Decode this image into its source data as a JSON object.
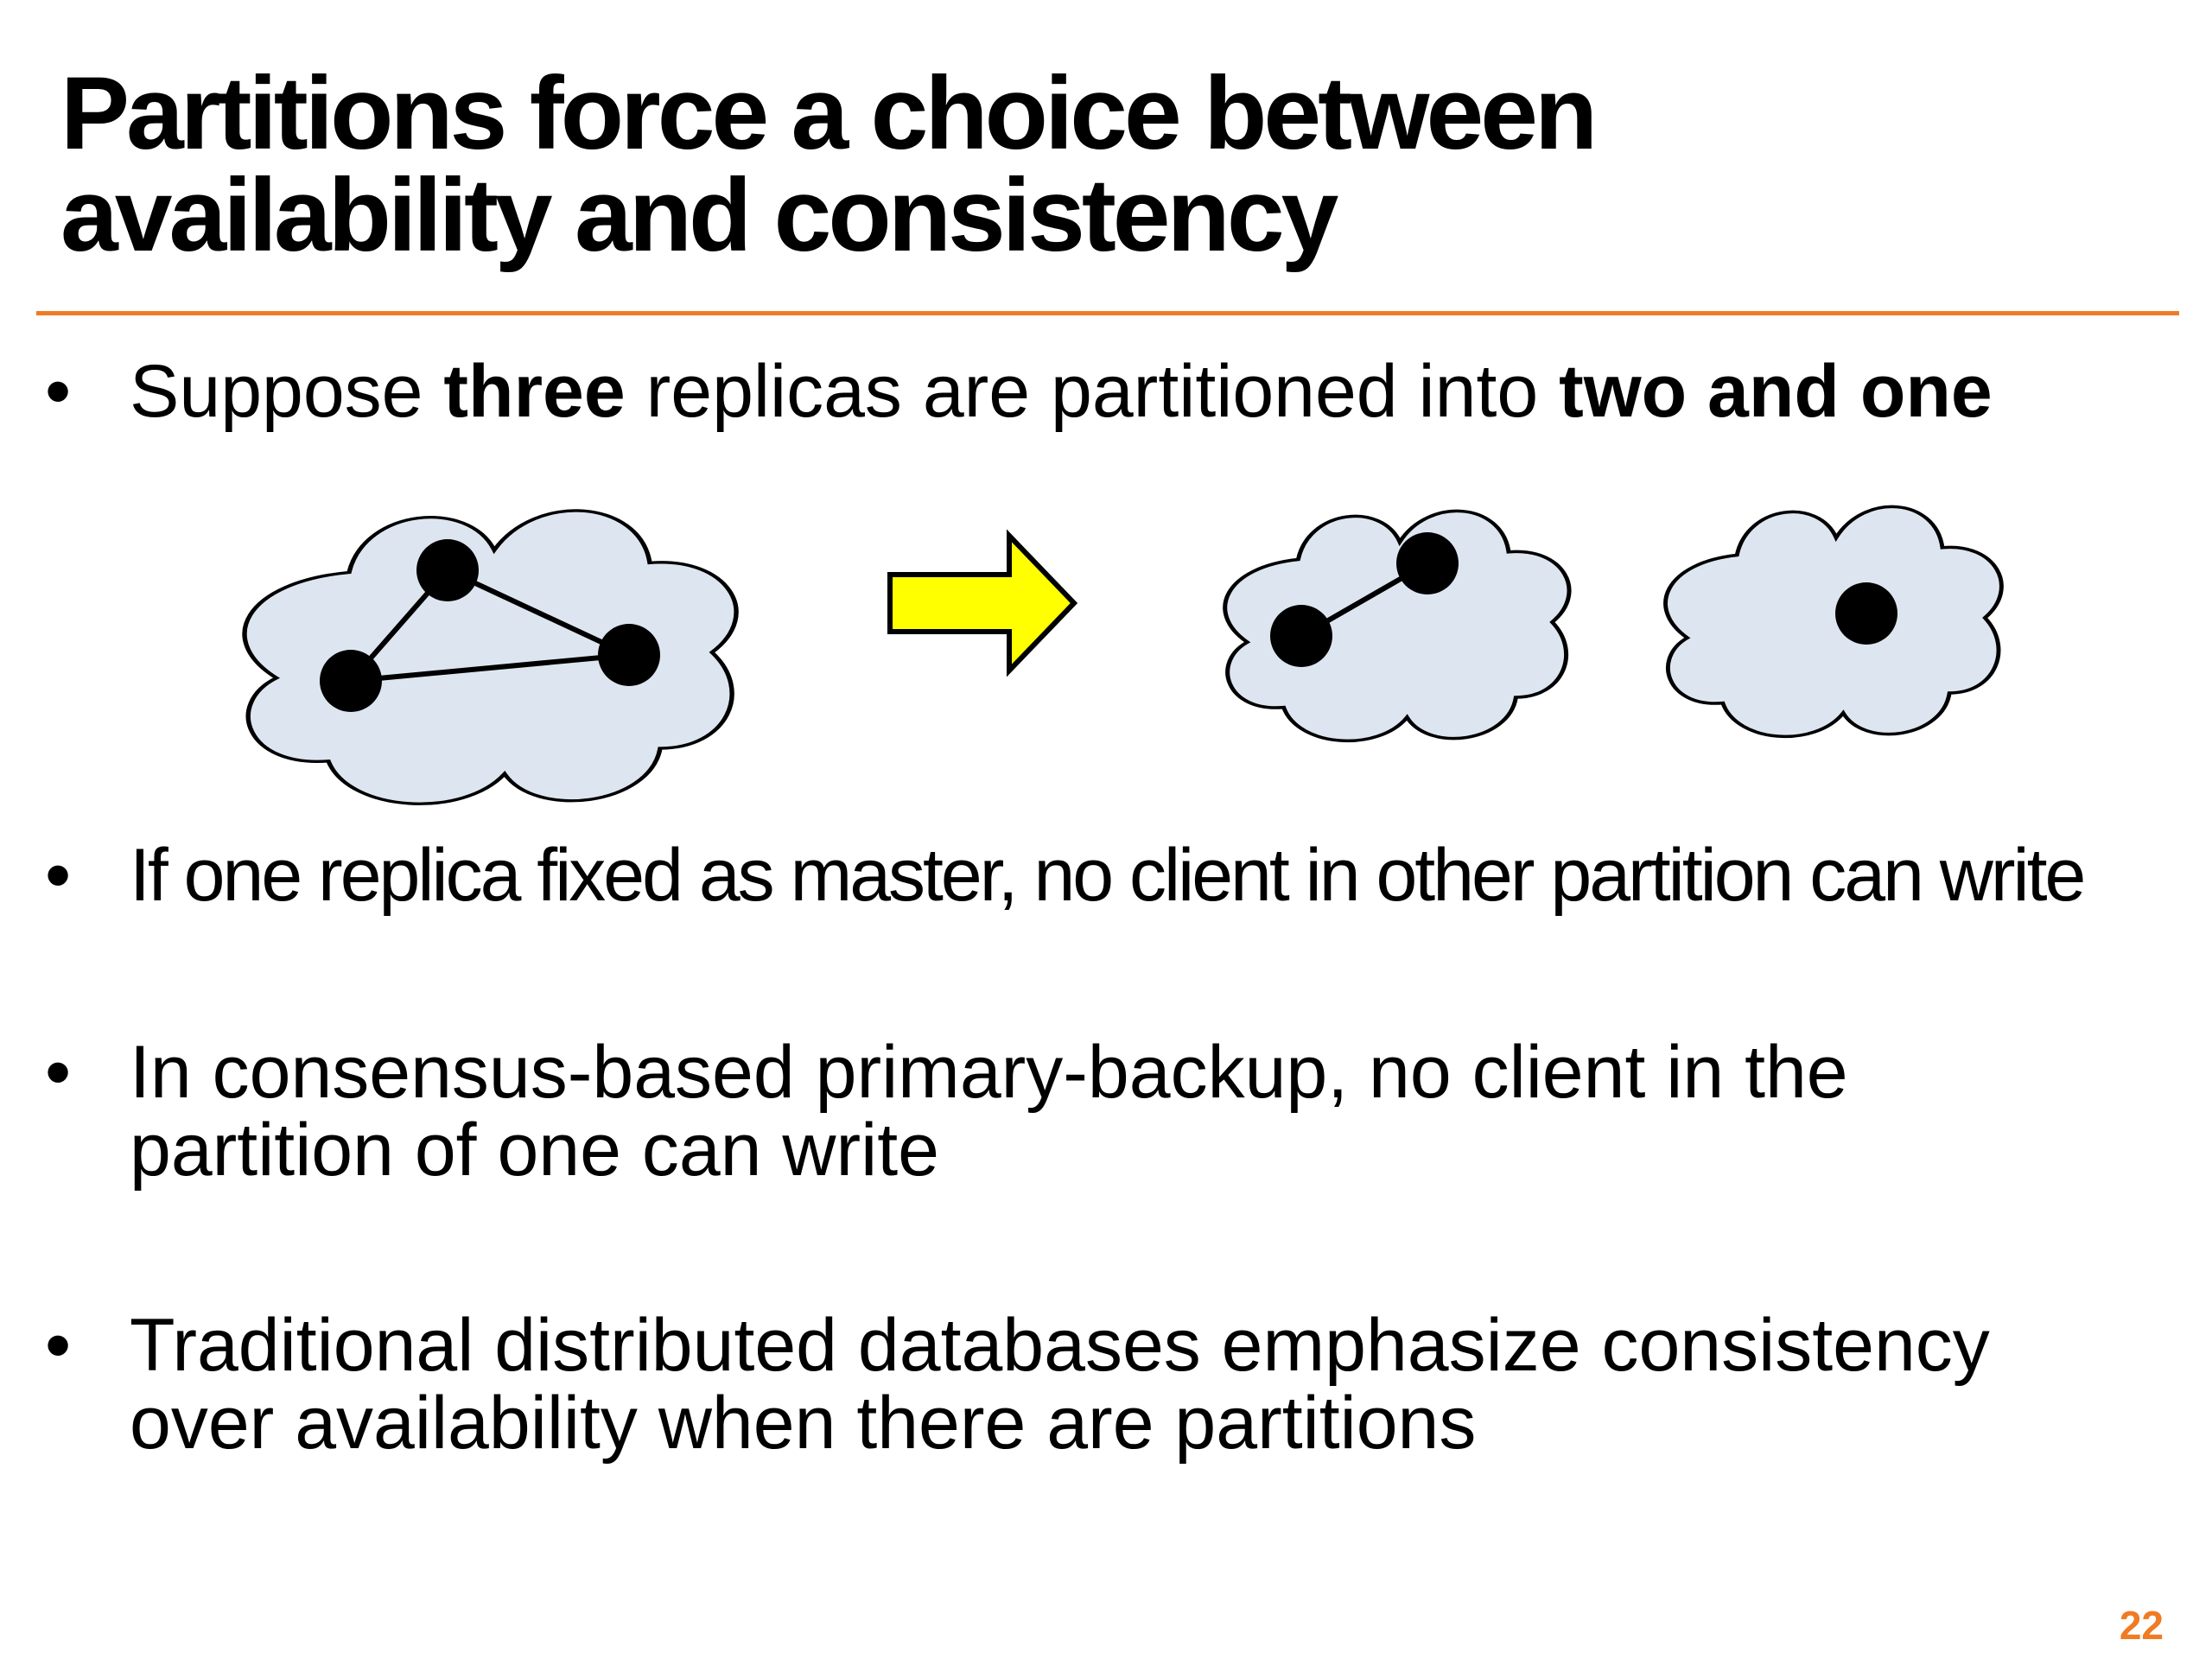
{
  "slide": {
    "title_line1": "Partitions force a choice between",
    "title_line2": "availability and consistency",
    "accent_color": "#f07b22",
    "page_number": "22"
  },
  "bullets": [
    {
      "marker": "•",
      "parts": [
        {
          "text": "Suppose ",
          "bold": false
        },
        {
          "text": "three",
          "bold": true
        },
        {
          "text": " replicas are partitioned into ",
          "bold": false
        },
        {
          "text": "two and one",
          "bold": true
        }
      ]
    },
    {
      "marker": "•",
      "line1": "If one replica fixed as master, no client in other partition can write"
    },
    {
      "marker": "•",
      "line1": "In consensus-based primary-backup, no client in the",
      "line2": "partition of one can write"
    },
    {
      "marker": "•",
      "line1": "Traditional distributed databases emphasize consistency",
      "line2": "over availability when there are partitions"
    }
  ],
  "diagram": {
    "cloud_fill": "#dde6f0",
    "arrow_fill": "#ffff00",
    "node_color": "#000000",
    "before_nodes": 3,
    "after_partitions": [
      2,
      1
    ],
    "icons": [
      "cloud-icon",
      "right-arrow-icon",
      "replica-node-icon"
    ]
  }
}
